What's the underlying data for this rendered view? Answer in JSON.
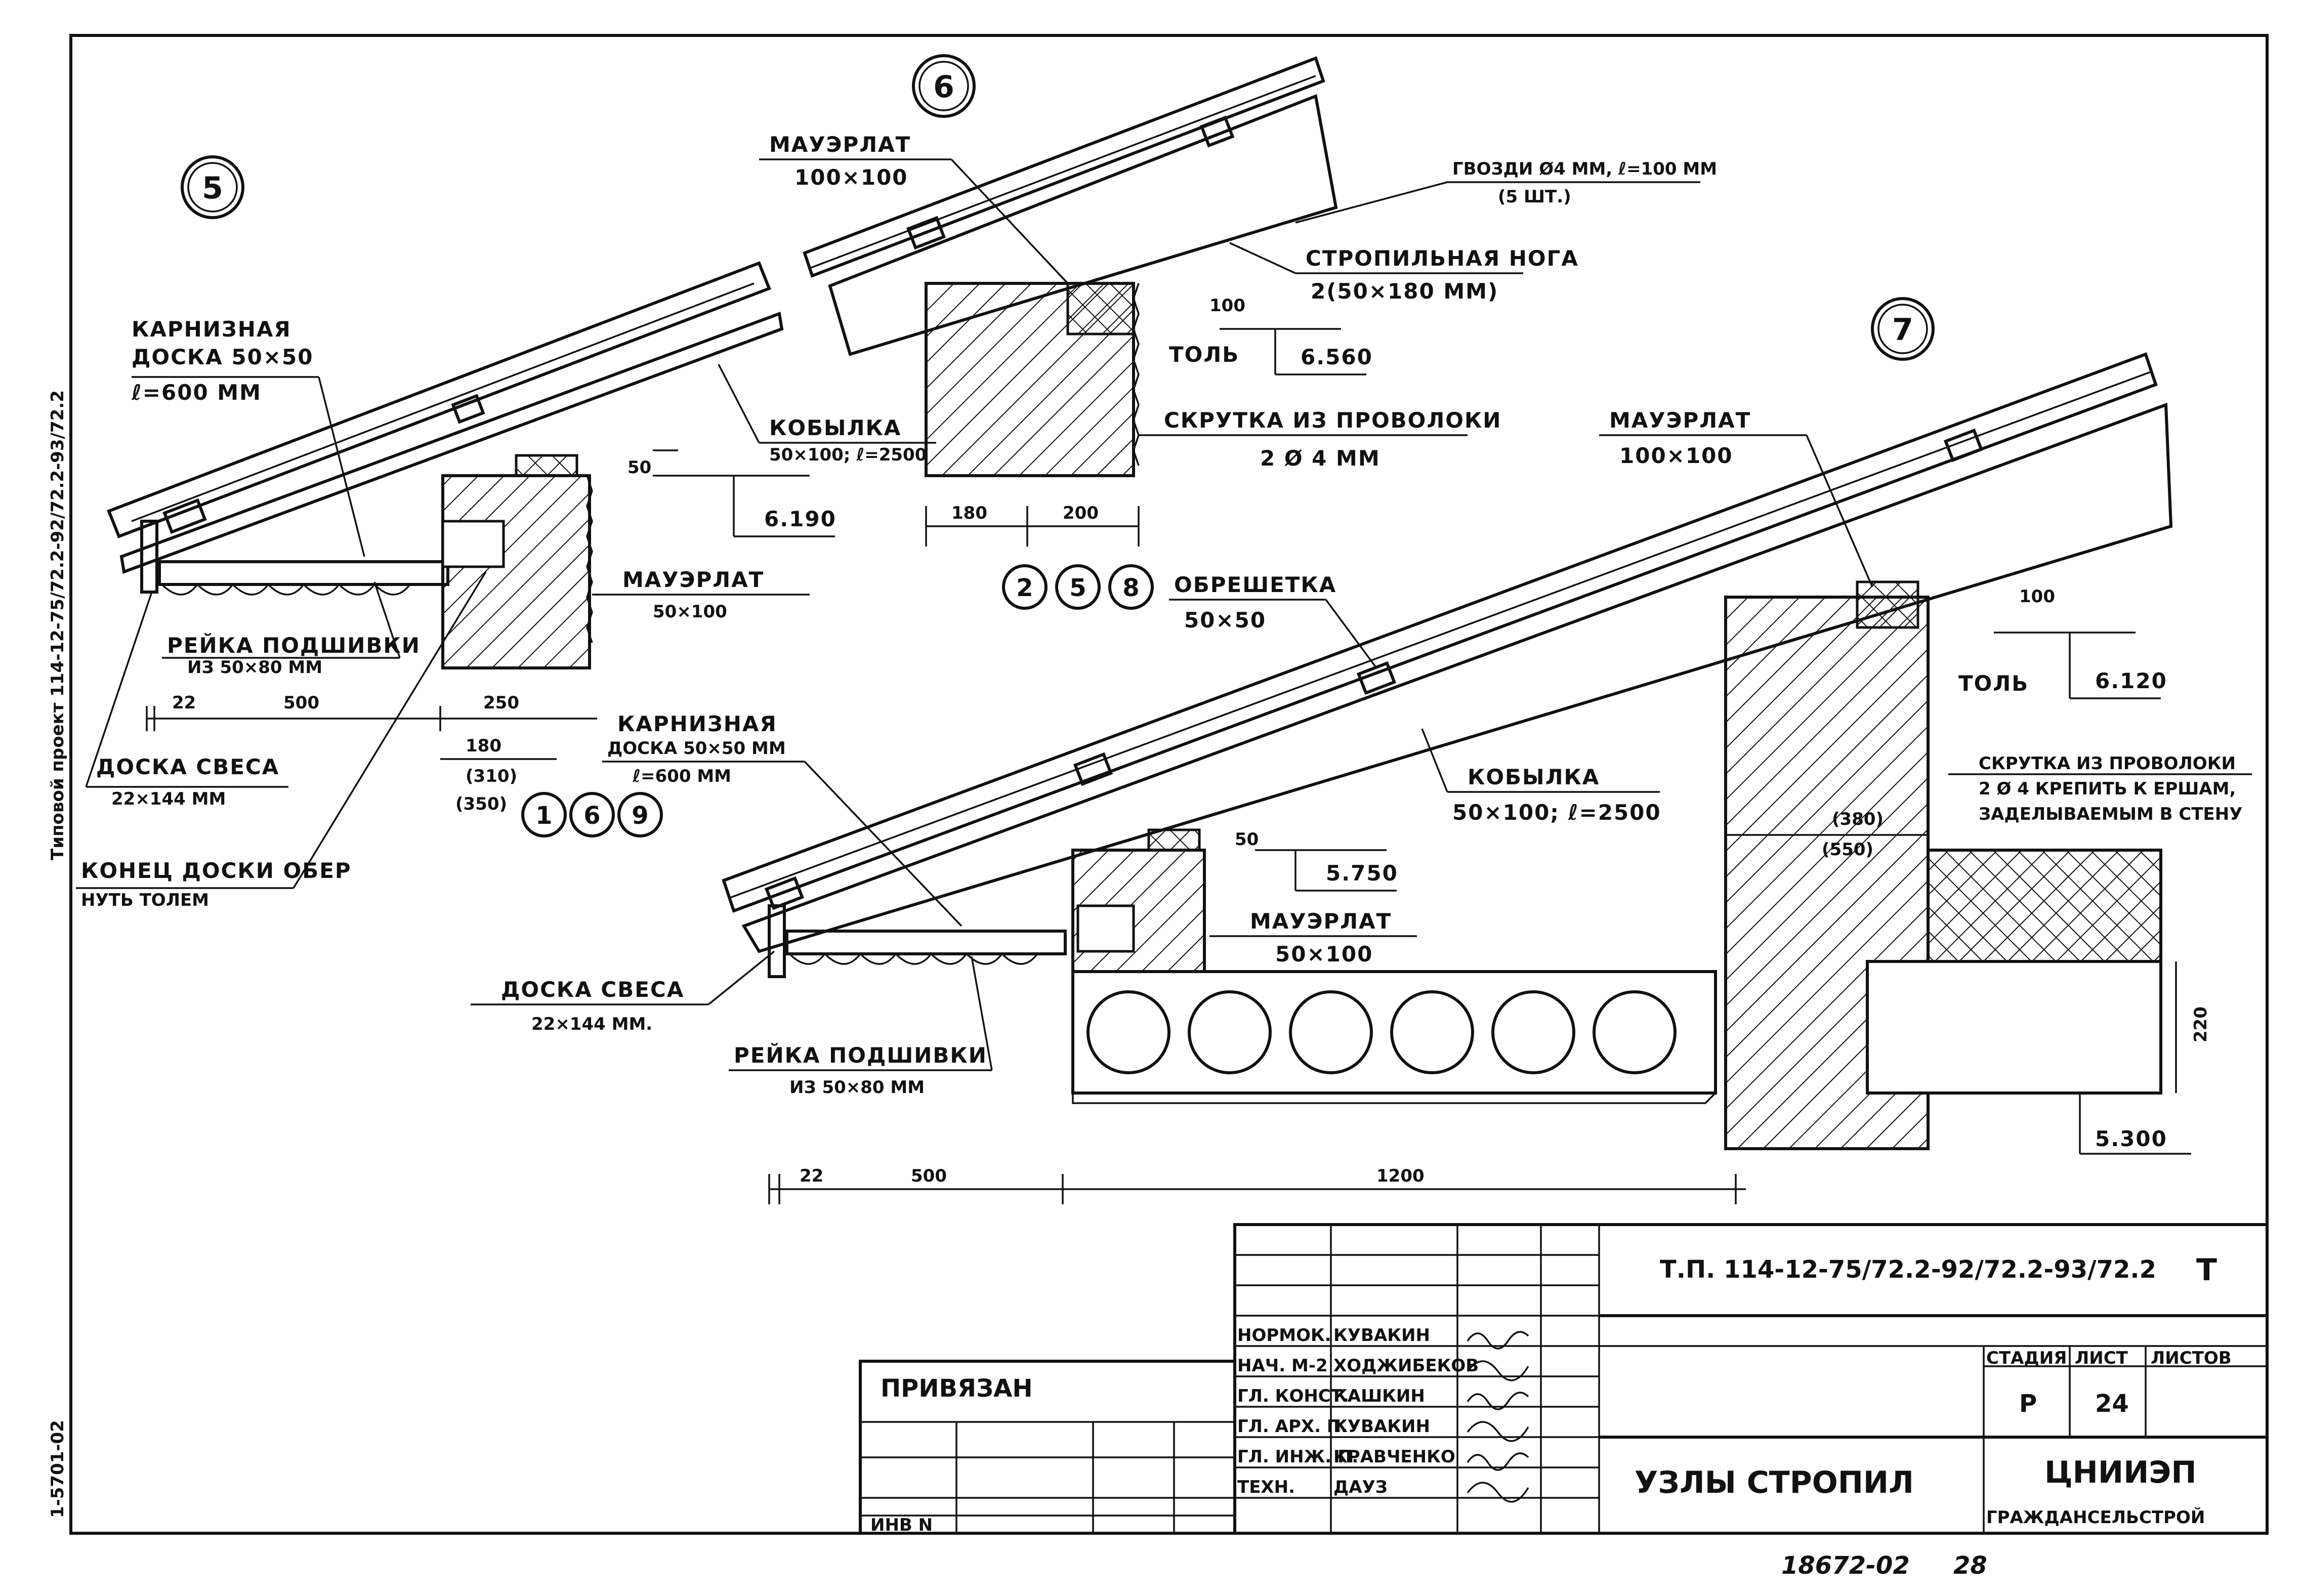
{
  "side_stamp": "Типовой проект 114-12-75/72.2-92/72.2-93/72.2",
  "side_code": "1-5701-02",
  "nodes": {
    "n5": "5",
    "n6": "6",
    "n7": "7"
  },
  "node5": {
    "karniz": "КАРНИЗНАЯ",
    "karniz2": "ДОСКА 50×50",
    "karniz3": "ℓ=600 ММ",
    "kobylka": "КОБЫЛКА",
    "kobylka2": "50×100; ℓ=2500",
    "dim50": "50",
    "mark": "6.190",
    "mauerlat": "МАУЭРЛАТ",
    "mauerlat2": "50×100",
    "reika": "РЕЙКА ПОДШИВКИ",
    "reika2": "ИЗ 50×80 ММ",
    "d22": "22",
    "d500": "500",
    "d250": "250",
    "d180": "180",
    "d310": "(310)",
    "d350": "(350)",
    "karniz_b": "КАРНИЗНАЯ",
    "karniz_b2": "ДОСКА 50×50 ММ",
    "karniz_b3": "ℓ=600 ММ",
    "sves": "ДОСКА СВЕСА",
    "sves2": "22×144 ММ",
    "konec": "КОНЕЦ ДОСКИ ОБЕР",
    "konec2": "НУТЬ ТОЛЕМ",
    "ref1": "1",
    "ref2": "6",
    "ref3": "9"
  },
  "node6": {
    "mauerlat": "МАУЭРЛАТ",
    "mauerlat2": "100×100",
    "gvozdi": "ГВОЗДИ Ø4 ММ, ℓ=100 ММ",
    "gvozdi2": "(5 ШТ.)",
    "noga": "СТРОПИЛЬНАЯ НОГА",
    "noga2": "2(50×180 ММ)",
    "dim100": "100",
    "tol": "ТОЛЬ",
    "mark": "6.560",
    "skrutka": "СКРУТКА ИЗ ПРОВОЛОКИ",
    "skrutka2": "2 Ø 4 ММ",
    "d180": "180",
    "d200": "200",
    "ref1": "2",
    "ref2": "5",
    "ref3": "8"
  },
  "node7": {
    "mauerlat": "МАУЭРЛАТ",
    "mauerlat2": "100×100",
    "obreshetka": "ОБРЕШЕТКА",
    "obreshetka2": "50×50",
    "dim100": "100",
    "tol": "ТОЛЬ",
    "mark": "6.120",
    "skrutka": "СКРУТКА ИЗ ПРОВОЛОКИ",
    "skrutka2": "2 Ø 4 КРЕПИТЬ К ЕРШАМ,",
    "skrutka3": "ЗАДЕЛЫВАЕМЫМ В СТЕНУ",
    "kobylka": "КОБЫЛКА",
    "kobylka2": "50×100; ℓ=2500",
    "d380": "(380)",
    "d550": "(550)",
    "dim50": "50",
    "mark2": "5.750",
    "mauerlat_b": "МАУЭРЛАТ",
    "mauerlat_b2": "50×100",
    "sves": "ДОСКА СВЕСА",
    "sves2": "22×144 ММ.",
    "reika": "РЕЙКА ПОДШИВКИ",
    "reika2": "ИЗ 50×80 ММ",
    "d220": "220",
    "mark3": "5.300",
    "d22": "22",
    "d500": "500",
    "d1200": "1200"
  },
  "title_block": {
    "code": "Т.П. 114-12-75/72.2-92/72.2-93/72.2",
    "letter": "Т",
    "privyazan": "ПРИВЯЗАН",
    "inv": "ИНВ N",
    "roles": [
      "НОРМОК.",
      "НАЧ. М-2",
      "ГЛ. КОНСТ.",
      "ГЛ. АРХ. П.",
      "ГЛ. ИНЖ. П.",
      "ТЕХН."
    ],
    "names": [
      "КУВАКИН",
      "ХОДЖИБЕКОВ",
      "КАШКИН",
      "КУВАКИН",
      "КРАВЧЕНКО",
      "ДАУЗ"
    ],
    "sheet_title": "УЗЛЫ СТРОПИЛ",
    "stadia_h": "СТАДИЯ",
    "list_h": "ЛИСТ",
    "listov_h": "ЛИСТОВ",
    "stadia": "Р",
    "list": "24",
    "listov": "",
    "org1": "ЦНИИЭП",
    "org2": "ГРАЖДАНСЕЛЬСТРОЙ"
  },
  "footer": {
    "number": "18672-02",
    "page": "28"
  }
}
